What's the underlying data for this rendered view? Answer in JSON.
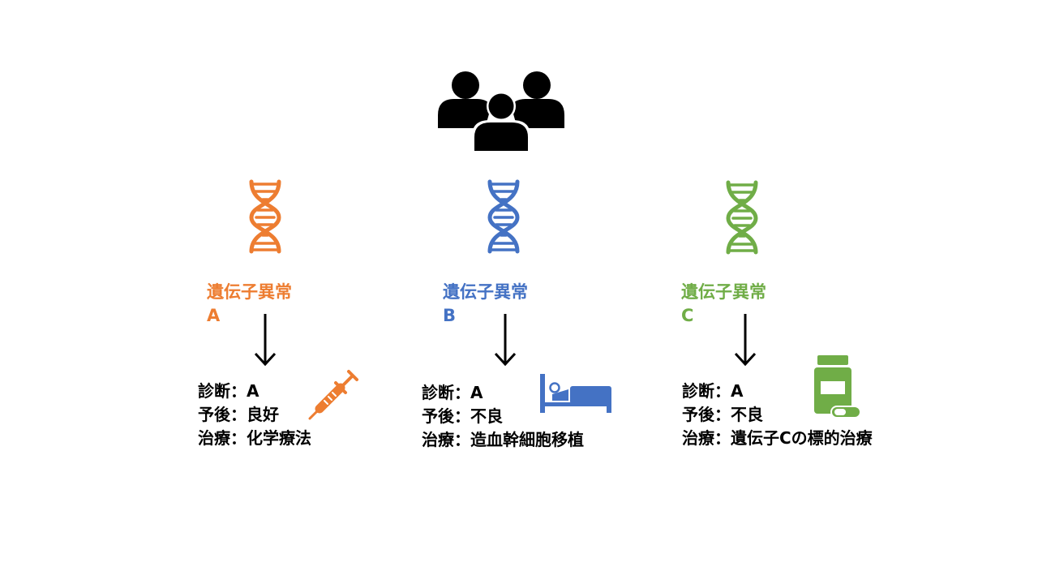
{
  "colors": {
    "a": "#ED7D31",
    "b": "#4472C4",
    "c": "#70AD47",
    "ink": "#000000"
  },
  "icons": {
    "top": "people-group-icon",
    "dna": "dna-icon",
    "a": "syringe-icon",
    "b": "hospital-bed-icon",
    "c": "medicine-bottle-icon",
    "arrow": "arrow-down-icon"
  },
  "branches": [
    {
      "label_line1": "遺伝子異常",
      "label_line2": "A",
      "diagnosis": "診断：A",
      "prognosis": "予後：良好",
      "treatment": "治療：化学療法"
    },
    {
      "label_line1": "遺伝子異常",
      "label_line2": "B",
      "diagnosis": "診断：A",
      "prognosis": "予後：不良",
      "treatment": "治療：造血幹細胞移植"
    },
    {
      "label_line1": "遺伝子異常",
      "label_line2": "C",
      "diagnosis": "診断：A",
      "prognosis": "予後：不良",
      "treatment": "治療：遺伝子Cの標的治療"
    }
  ]
}
